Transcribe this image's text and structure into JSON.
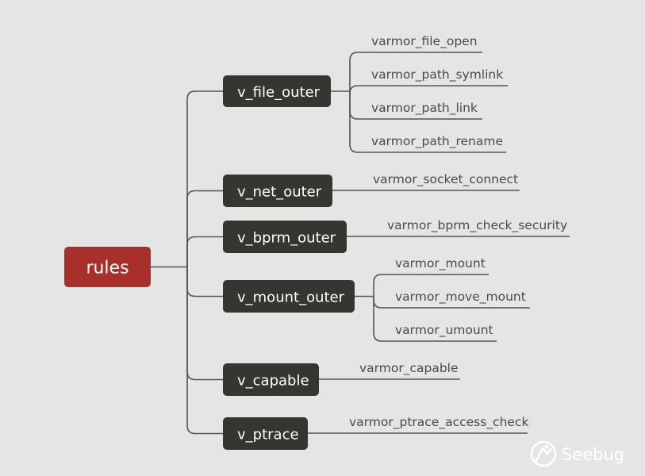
{
  "root": {
    "label": "rules",
    "color": "#a9302a"
  },
  "branches": [
    {
      "label": "v_file_outer",
      "children": [
        "varmor_file_open",
        "varmor_path_symlink",
        "varmor_path_link",
        "varmor_path_rename"
      ]
    },
    {
      "label": "v_net_outer",
      "children": [
        "varmor_socket_connect"
      ]
    },
    {
      "label": "v_bprm_outer",
      "children": [
        "varmor_bprm_check_security"
      ]
    },
    {
      "label": "v_mount_outer",
      "children": [
        "varmor_mount",
        "varmor_move_mount",
        "varmor_umount"
      ]
    },
    {
      "label": "v_capable",
      "children": [
        "varmor_capable"
      ]
    },
    {
      "label": "v_ptrace",
      "children": [
        "varmor_ptrace_access_check"
      ]
    }
  ],
  "colors": {
    "background": "#e5e5e5",
    "branch_node": "#363631",
    "line": "#55554f",
    "leaf_text": "#4a4a45",
    "node_text": "#ffffff"
  },
  "watermark": {
    "text": "Seebug",
    "icon": "seebug-logo-icon"
  }
}
